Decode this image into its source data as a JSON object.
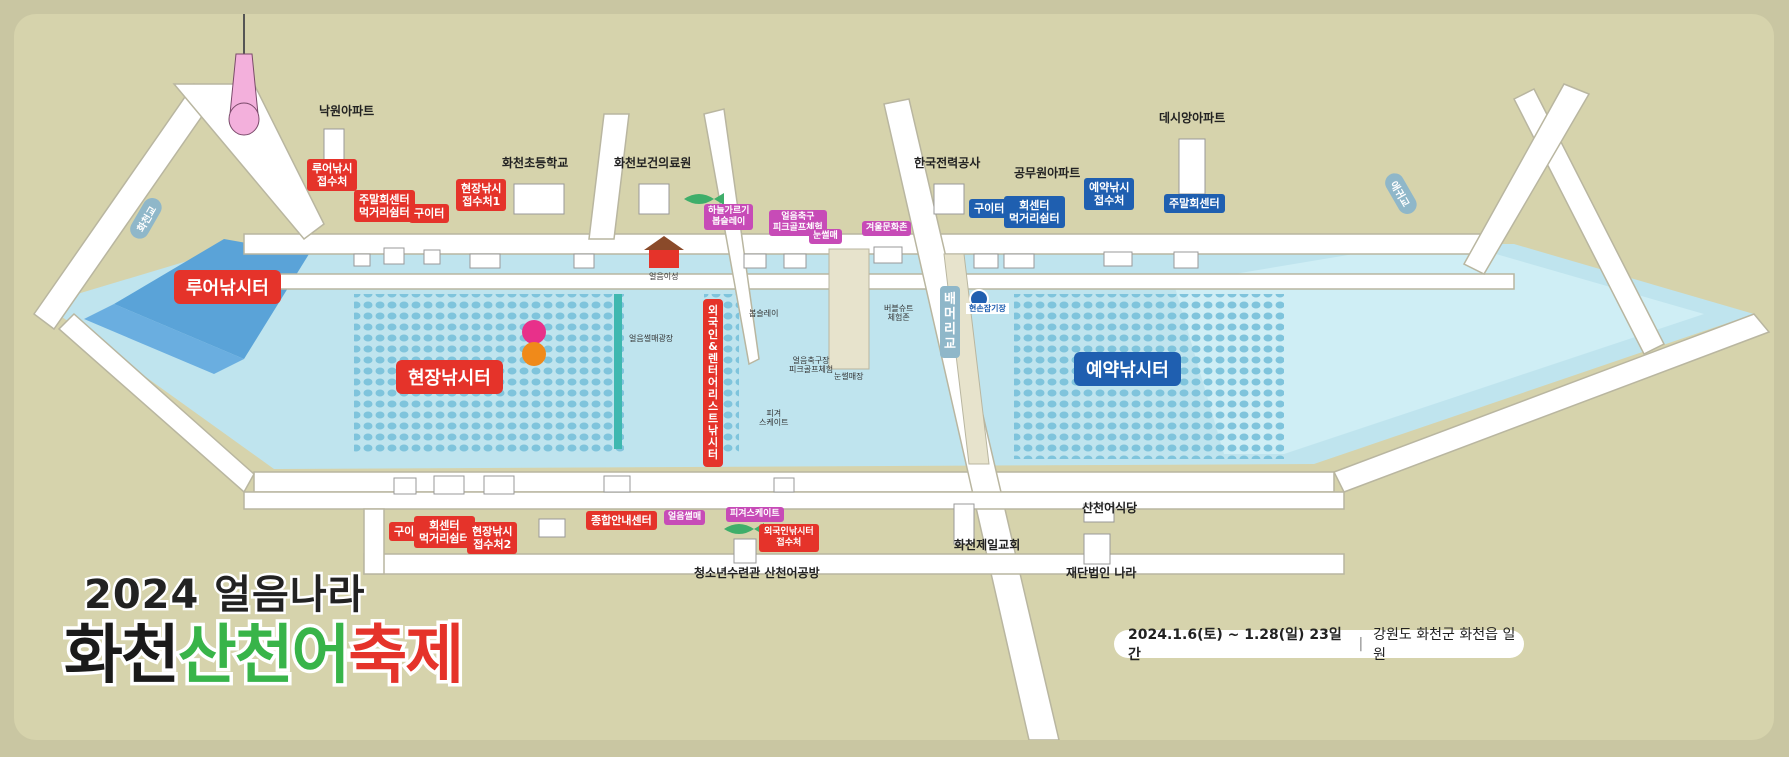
{
  "title": {
    "line1": "2024 얼음나라",
    "line2_a": "화천",
    "line2_b": "산천어",
    "line2_c": "축제"
  },
  "event": {
    "dates": "2024.1.6(토) ~ 1.28(일) 23일간",
    "location": "강원도 화천군 화천읍 일원"
  },
  "zones": {
    "lure": "루어낚시터",
    "field": "현장낚시터",
    "reserve": "예약낚시터",
    "foreign": "외국인&렌터어리스트낚시터"
  },
  "landmarks": {
    "nakwon": "낙원아파트",
    "school": "화천초등학교",
    "clinic": "화천보건의료원",
    "kepco": "한국전력공사",
    "official": "공무원아파트",
    "daesi": "데시앙아파트",
    "church": "화천제일교회",
    "youth": "청소년수련관 산천어공방",
    "foundation": "재단법인 나라",
    "restaurant": "산천어식당",
    "castle": "얼음이성",
    "ice_plaza": "얼음썰매광장",
    "sledding": "눈썰매장",
    "skate": "피겨\n스케이트",
    "bobsled": "봅슬레이",
    "bubble": "버블슈트\n체험존",
    "icesoccer": "얼음축구장\n피크골프체험",
    "bridge": "배머리교",
    "bridge_left": "화천교",
    "bridge_right": "애귀교",
    "stage": "현손잡기장"
  },
  "tags": {
    "lure_reception": "루어낚시\n접수처",
    "weekend_center": "주말회센터\n먹거리쉼터",
    "grill": "구이터",
    "field_reception1": "현장낚시\n접수처1",
    "grill_r": "구이터",
    "center_food_r": "회센터\n먹거리쉼터",
    "reserve_reception": "예약낚시\n접수처",
    "weekend_center_r": "주말회센터",
    "grill_b": "구이터",
    "center_food_b": "회센터\n먹거리쉼터",
    "field_reception2": "현장낚시\n접수처2",
    "info_center": "종합안내센터",
    "foreign_reception": "외국인낚시터\n접수처"
  },
  "purple_tags": {
    "sky": "하늘가르기\n봅슬레이",
    "soccer": "얼음축구\n피크골프체험",
    "snow": "눈썰매",
    "winter": "겨울문화촌",
    "ice_sled": "얼음썰매",
    "skate_tag": "피겨스케이트"
  },
  "colors": {
    "ground": "#d6d3ac",
    "ice": "#bfe4ee",
    "field_dots": "#7fc4dc",
    "road": "#ffffff",
    "lure_water": "#5aa3d8",
    "accent_red": "#e5332a",
    "accent_blue": "#1f5fb0"
  }
}
